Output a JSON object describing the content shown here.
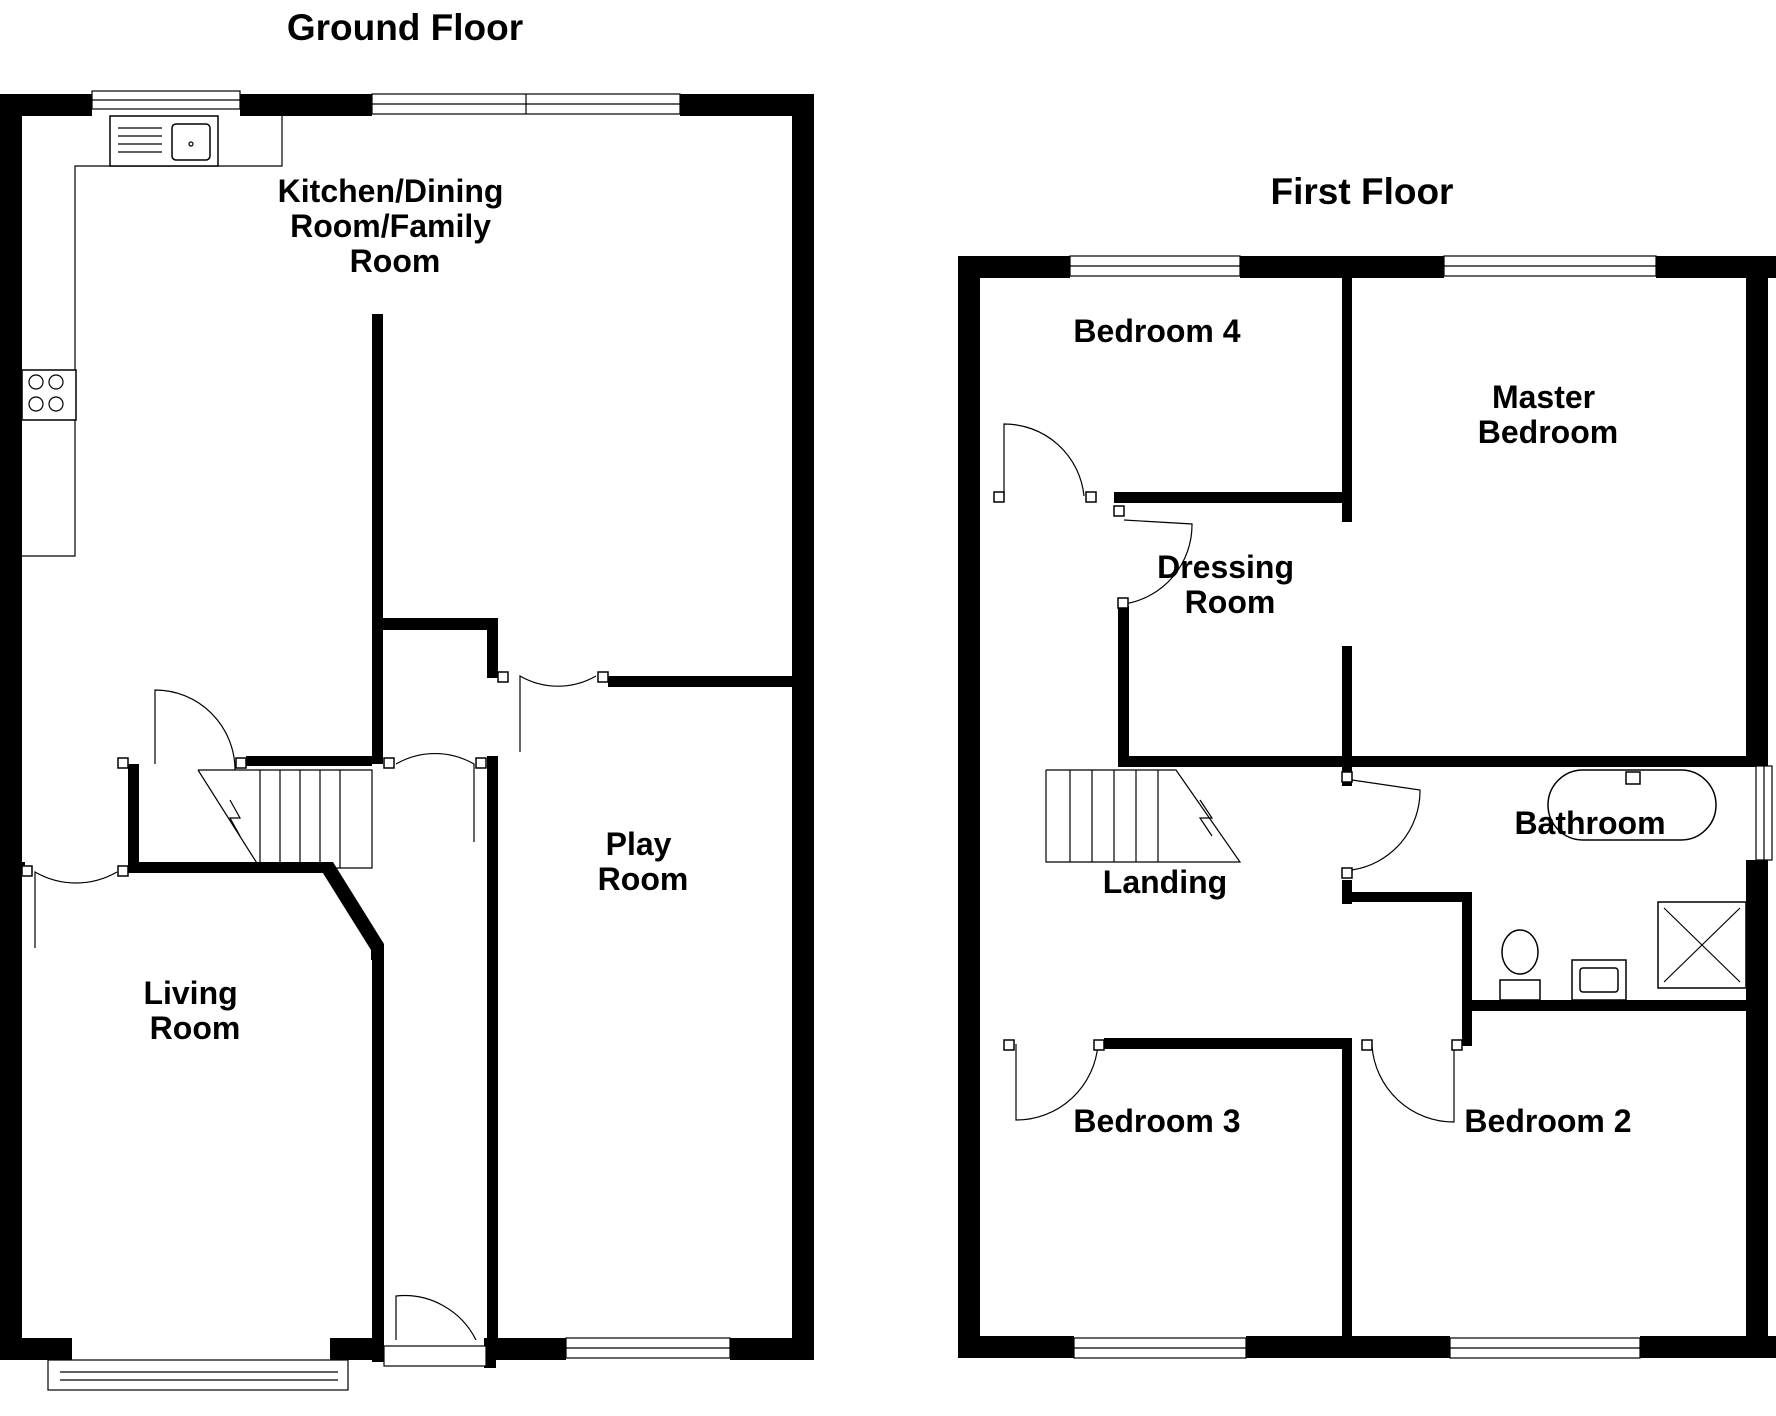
{
  "floors": {
    "ground": {
      "title": "Ground Floor",
      "rooms": {
        "kitchen": [
          "Kitchen/Dining",
          "Room/Family",
          "Room"
        ],
        "living": [
          "Living",
          "Room"
        ],
        "play": [
          "Play",
          "Room"
        ]
      }
    },
    "first": {
      "title": "First Floor",
      "rooms": {
        "bedroom4": [
          "Bedroom 4"
        ],
        "master": [
          "Master",
          "Bedroom"
        ],
        "dressing": [
          "Dressing",
          "Room"
        ],
        "bathroom": [
          "Bathroom"
        ],
        "landing": [
          "Landing"
        ],
        "bedroom3": [
          "Bedroom 3"
        ],
        "bedroom2": [
          "Bedroom 2"
        ]
      }
    }
  }
}
